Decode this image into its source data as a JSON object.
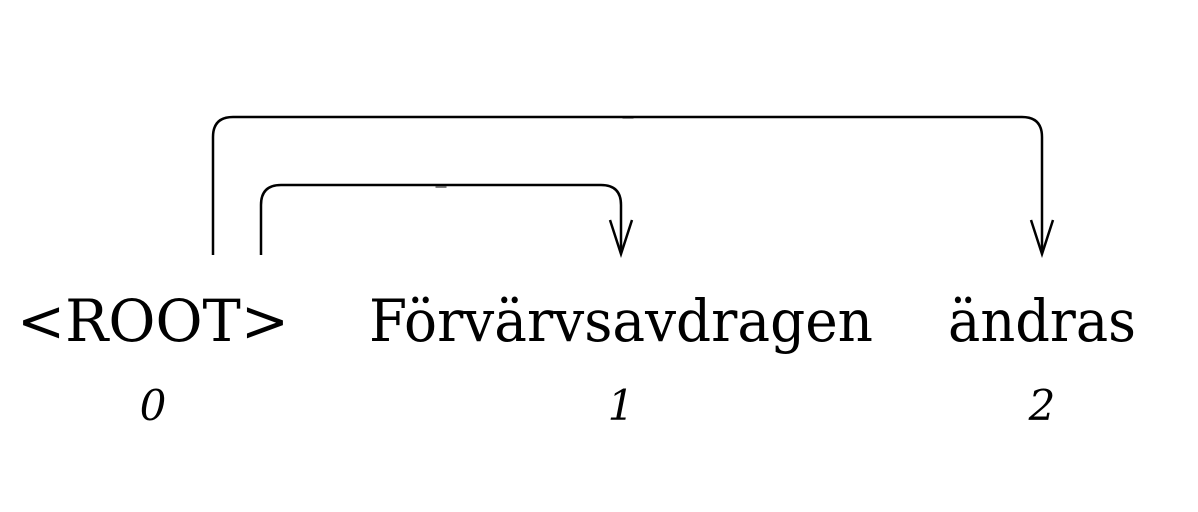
{
  "tokens": [
    {
      "text": "<ROOT>",
      "index": "0"
    },
    {
      "text": "Förvärvsavdragen",
      "index": "1"
    },
    {
      "text": "ändras",
      "index": "2"
    }
  ],
  "arcs": [
    {
      "from": 0,
      "to": 2,
      "label": "_"
    },
    {
      "from": 0,
      "to": 1,
      "label": "_"
    }
  ]
}
